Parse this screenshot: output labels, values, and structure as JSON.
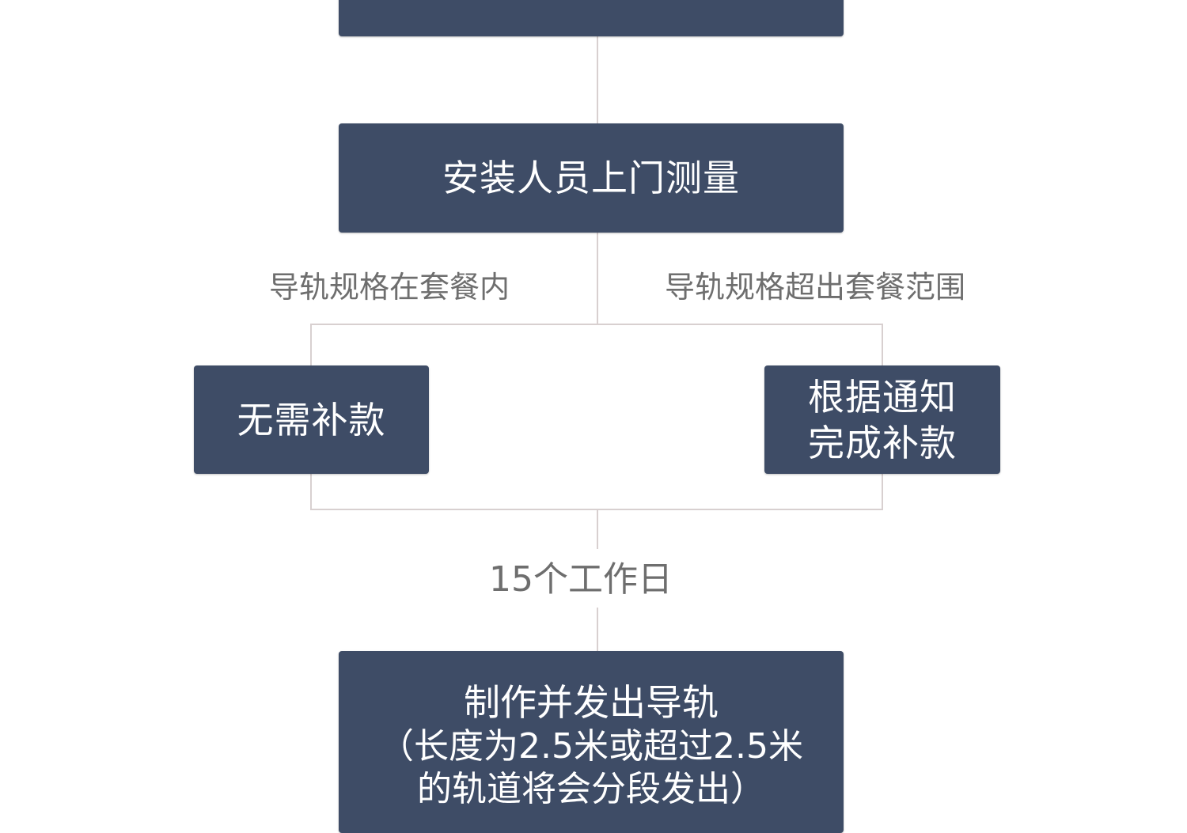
{
  "flowchart": {
    "top_step": "",
    "measure_step": "安装人员上门测量",
    "branch_left_label": "导轨规格在套餐内",
    "branch_right_label": "导轨规格超出套餐范围",
    "left_result": "无需补款",
    "right_result_line1": "根据通知",
    "right_result_line2": "完成补款",
    "duration_label": "15个工作日",
    "final_step_line1": "制作并发出导轨",
    "final_step_line2": "（长度为2.5米或超过2.5米",
    "final_step_line3": "的轨道将会分段发出）"
  },
  "colors": {
    "box_fill": "#3e4c66",
    "box_text": "#ffffff",
    "connector": "#d8d0d0",
    "label_text": "#6e6e6e"
  }
}
